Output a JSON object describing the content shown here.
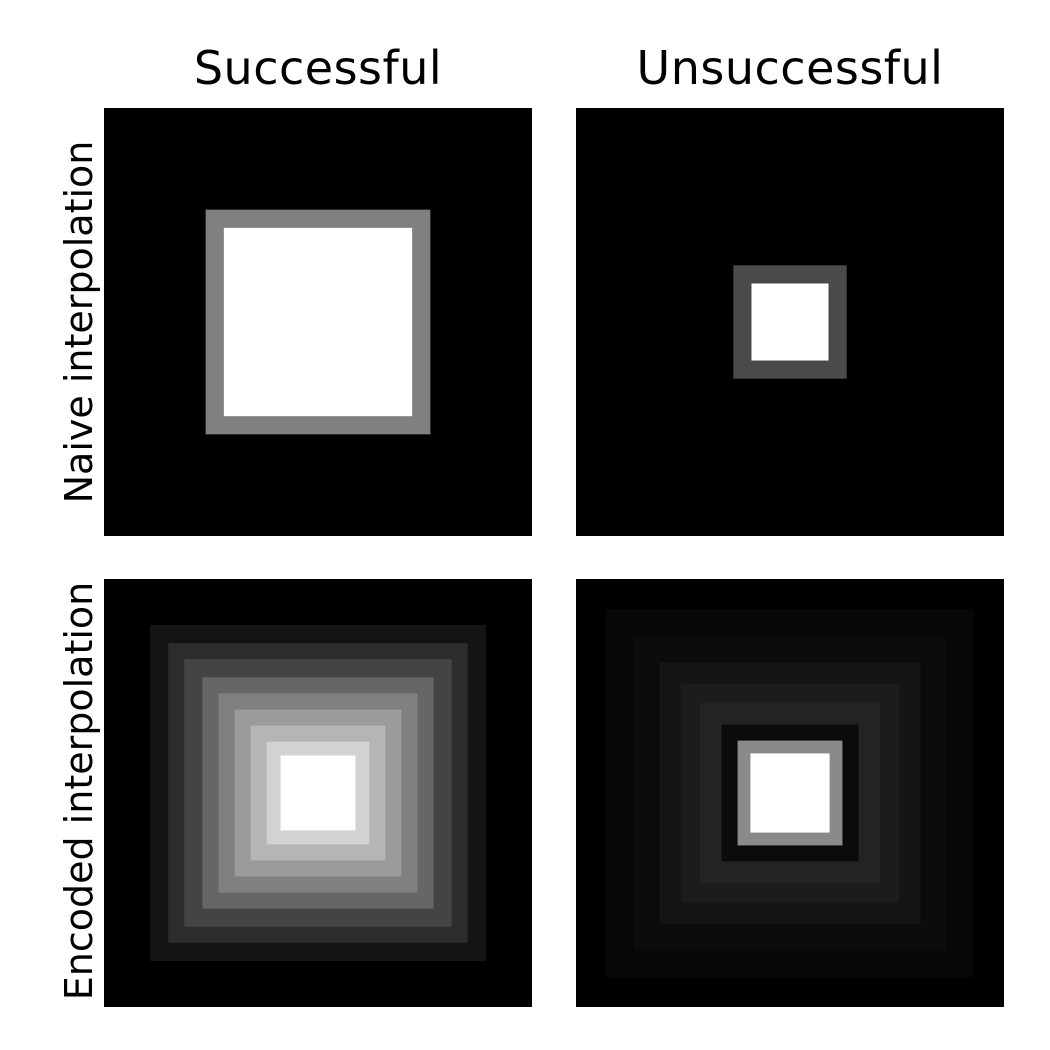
{
  "columns": [
    "Successful",
    "Unsuccessful"
  ],
  "rows": [
    "Naive interpolation",
    "Encoded interpolation"
  ],
  "panels": [
    {
      "name": "naive-successful",
      "layers": [
        {
          "size": 0.525,
          "color": "#808080"
        },
        {
          "size": 0.44,
          "color": "#ffffff"
        }
      ]
    },
    {
      "name": "naive-unsuccessful",
      "layers": [
        {
          "size": 0.265,
          "color": "#4a4a4a"
        },
        {
          "size": 0.18,
          "color": "#ffffff"
        }
      ]
    },
    {
      "name": "encoded-successful",
      "layers": [
        {
          "size": 0.785,
          "color": "#141414"
        },
        {
          "size": 0.7,
          "color": "#2c2c2c"
        },
        {
          "size": 0.625,
          "color": "#444444"
        },
        {
          "size": 0.54,
          "color": "#666666"
        },
        {
          "size": 0.465,
          "color": "#808080"
        },
        {
          "size": 0.39,
          "color": "#9b9b9b"
        },
        {
          "size": 0.315,
          "color": "#b5b5b5"
        },
        {
          "size": 0.24,
          "color": "#d2d2d2"
        },
        {
          "size": 0.175,
          "color": "#ffffff"
        }
      ]
    },
    {
      "name": "encoded-unsuccessful",
      "layers": [
        {
          "size": 0.86,
          "color": "#070707"
        },
        {
          "size": 0.73,
          "color": "#0c0c0c"
        },
        {
          "size": 0.61,
          "color": "#151515"
        },
        {
          "size": 0.51,
          "color": "#1c1c1c"
        },
        {
          "size": 0.42,
          "color": "#232323"
        },
        {
          "size": 0.32,
          "color": "#0b0b0b"
        },
        {
          "size": 0.245,
          "color": "#8a8a8a"
        },
        {
          "size": 0.185,
          "color": "#ffffff"
        }
      ]
    }
  ]
}
